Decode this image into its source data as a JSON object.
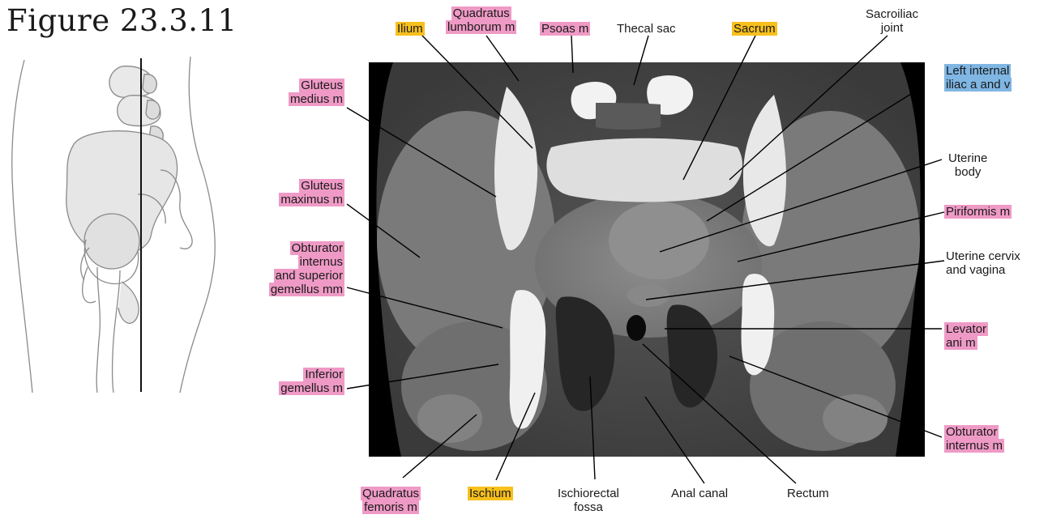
{
  "figure": {
    "title": "Figure 23.3.11"
  },
  "colors": {
    "muscle": "#ef9ac6",
    "bone": "#f7c01d",
    "vessel": "#7fb6e3",
    "background": "#000000"
  },
  "labels": {
    "ilium": "Ilium",
    "quadratus_lumborum": "Quadratus\nlumborum m",
    "psoas": "Psoas m",
    "thecal_sac": "Thecal sac",
    "sacrum": "Sacrum",
    "sacroiliac_joint": "Sacroiliac\njoint",
    "left_internal_iliac": "Left internal\niliac a and v",
    "gluteus_medius": "Gluteus\nmedius m",
    "gluteus_maximus": "Gluteus\nmaximus m",
    "uterine_body": "Uterine\nbody",
    "piriformis": "Piriformis m",
    "obturator_internus_superior_gemellus": "Obturator\ninternus\nand superior\ngemellus mm",
    "uterine_cervix_vagina": "Uterine cervix\nand vagina",
    "levator_ani": "Levator\nani m",
    "inferior_gemellus": "Inferior\ngemellus m",
    "obturator_internus": "Obturator\ninternus m",
    "quadratus_femoris": "Quadratus\nfemoris m",
    "ischium": "Ischium",
    "ischiorectal_fossa": "Ischiorectal\nfossa",
    "anal_canal": "Anal canal",
    "rectum": "Rectum"
  }
}
